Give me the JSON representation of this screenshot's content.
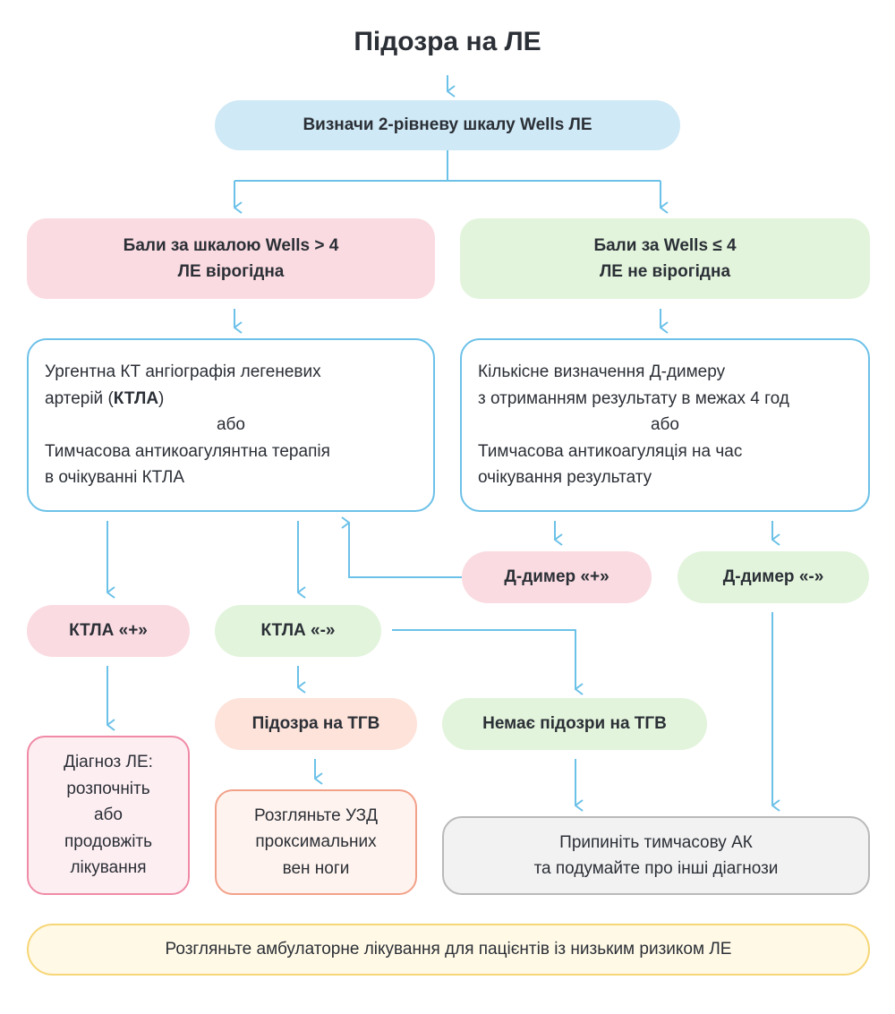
{
  "title": "Підозра на ЛЕ",
  "wells_step": "Визначи 2-рівневу шкалу Wells ЛЕ",
  "high_branch": {
    "line1": "Бали за шкалою Wells > 4",
    "line2": "ЛЕ вірогідна"
  },
  "low_branch": {
    "line1": "Бали за Wells ≤ 4",
    "line2": "ЛЕ не вірогідна"
  },
  "ctpa_box": {
    "line1": "Ургентна КТ ангіографія легеневих",
    "line2_prefix": "артерій (",
    "line2_bold": "КТЛА",
    "line2_suffix": ")",
    "or": "або",
    "line3": "Тимчасова антикоагулянтна терапія",
    "line4": "в очікуванні КТЛА"
  },
  "ddimer_box": {
    "line1": "Кількісне визначення Д-димеру",
    "line2": "з отриманням результату в межах 4 год",
    "or": "або",
    "line3": "Тимчасова антикоагуляція на час",
    "line4": "очікування результату"
  },
  "ddimer_positive": "Д-димер «+»",
  "ddimer_negative": "Д-димер «-»",
  "ctpa_positive": "КТЛА «+»",
  "ctpa_negative": "КТЛА «-»",
  "dvt_suspected": "Підозра на ТГВ",
  "no_dvt_suspected": "Немає підозри на ТГВ",
  "diagnosis_box": {
    "line1": "Діагноз ЛЕ:",
    "line2": "розпочніть",
    "line3": "або",
    "line4": "продовжіть",
    "line5": "лікування"
  },
  "ultrasound_box": {
    "line1": "Розгляньте УЗД",
    "line2": "проксимальних",
    "line3": "вен ноги"
  },
  "stop_box": {
    "line1": "Припиніть тимчасову АК",
    "line2": "та подумайте про інші діагнози"
  },
  "outpatient_note": "Розгляньте амбулаторне лікування для пацієнтів із низьким ризиком ЛЕ",
  "colors": {
    "arrow": "#6cc1e8",
    "blue": "#cfe9f6",
    "pink": "#fadbe1",
    "green": "#e2f4dc",
    "peach": "#fde3da",
    "grey": "#f2f2f2",
    "yellow": "#fff9e6"
  }
}
